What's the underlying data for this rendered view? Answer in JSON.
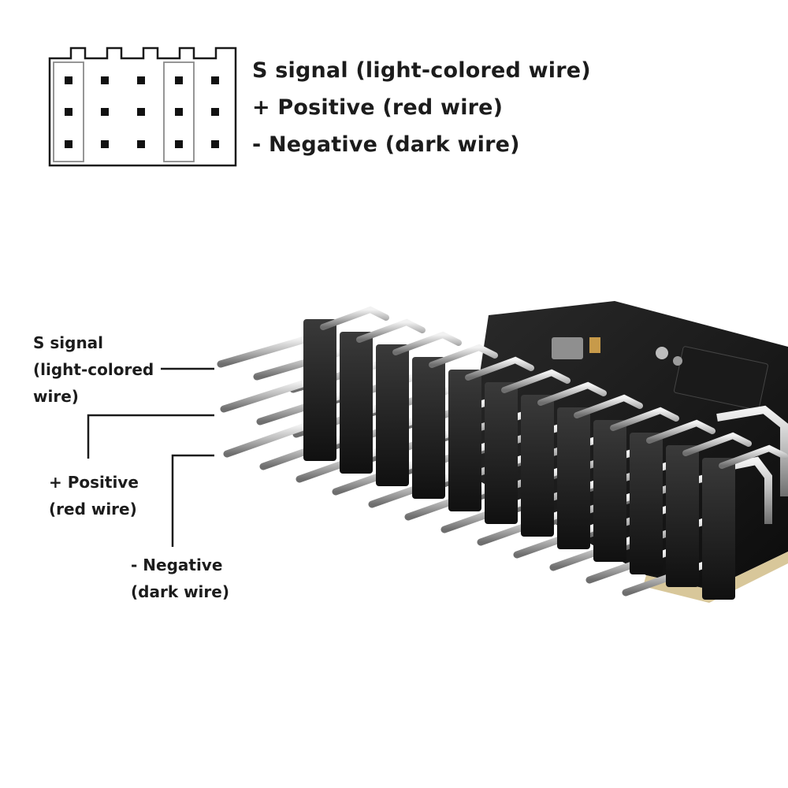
{
  "legend": {
    "signal": "S signal (light-colored wire)",
    "positive": "+ Positive (red wire)",
    "negative": "- Negative (dark wire)"
  },
  "callouts": {
    "signal": {
      "line1": "S signal",
      "line2": "(light-colored",
      "line3": "wire)"
    },
    "positive": {
      "line1": "+ Positive",
      "line2": "(red wire)"
    },
    "negative": {
      "line1": "- Negative",
      "line2": "(dark wire)"
    }
  },
  "diagram": {
    "rows": 3,
    "columns": 5,
    "highlighted_columns": [
      1,
      4
    ]
  },
  "colors": {
    "board": "#141414",
    "pin_metal": "#c9c9c9",
    "header_plastic": "#1e1e1e",
    "outline": "#1a1a1a",
    "highlight_outline": "#7a7a7a"
  }
}
